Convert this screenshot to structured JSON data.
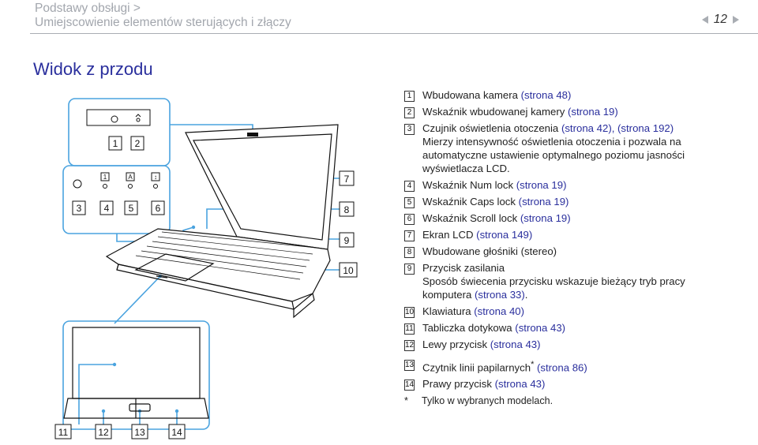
{
  "header": {
    "breadcrumb_line1": "Podstawy obsługi >",
    "breadcrumb_line2": "Umiejscowienie elementów sterujących i złączy",
    "page_number": "12"
  },
  "section_title": "Widok z przodu",
  "callout_numbers": [
    "1",
    "2",
    "3",
    "4",
    "5",
    "6",
    "7",
    "8",
    "9",
    "10",
    "11",
    "12",
    "13",
    "14"
  ],
  "items": [
    {
      "num": "1",
      "text": "Wbudowana kamera",
      "link": "(strona 48)"
    },
    {
      "num": "2",
      "text": "Wskaźnik wbudowanej kamery",
      "link": "(strona 19)"
    },
    {
      "num": "3",
      "text": "Czujnik oświetlenia otoczenia",
      "link": "(strona 42), (strona 192)",
      "line2": "Mierzy intensywność oświetlenia otoczenia i pozwala na",
      "line3": "automatyczne ustawienie optymalnego poziomu jasności",
      "line4": "wyświetlacza LCD."
    },
    {
      "num": "4",
      "text": "Wskaźnik Num lock",
      "link": "(strona 19)"
    },
    {
      "num": "5",
      "text": "Wskaźnik Caps lock",
      "link": "(strona 19)"
    },
    {
      "num": "6",
      "text": "Wskaźnik Scroll lock",
      "link": "(strona 19)"
    },
    {
      "num": "7",
      "text": "Ekran LCD",
      "link": "(strona 149)"
    },
    {
      "num": "8",
      "text": "Wbudowane głośniki (stereo)",
      "link": ""
    },
    {
      "num": "9",
      "text": "Przycisk zasilania",
      "link": "",
      "line2": "Sposób świecenia przycisku wskazuje bieżący tryb pracy",
      "line3a": "komputera",
      "line3link": "(strona 33)",
      "line3b": "."
    },
    {
      "num": "10",
      "text": "Klawiatura",
      "link": "(strona 40)"
    },
    {
      "num": "11",
      "text": "Tabliczka dotykowa",
      "link": "(strona 43)"
    },
    {
      "num": "12",
      "text": "Lewy przycisk",
      "link": "(strona 43)"
    },
    {
      "num": "13",
      "text": "Czytnik linii papilarnych",
      "sup": "*",
      "link": "(strona 86)"
    },
    {
      "num": "14",
      "text": "Prawy przycisk",
      "link": "(strona 43)"
    }
  ],
  "footnote": {
    "mark": "*",
    "text": "Tylko w wybranych modelach."
  },
  "colors": {
    "link": "#2a2f9d",
    "callout_line": "#4aa3df",
    "header_grey": "#a2a6ad"
  }
}
